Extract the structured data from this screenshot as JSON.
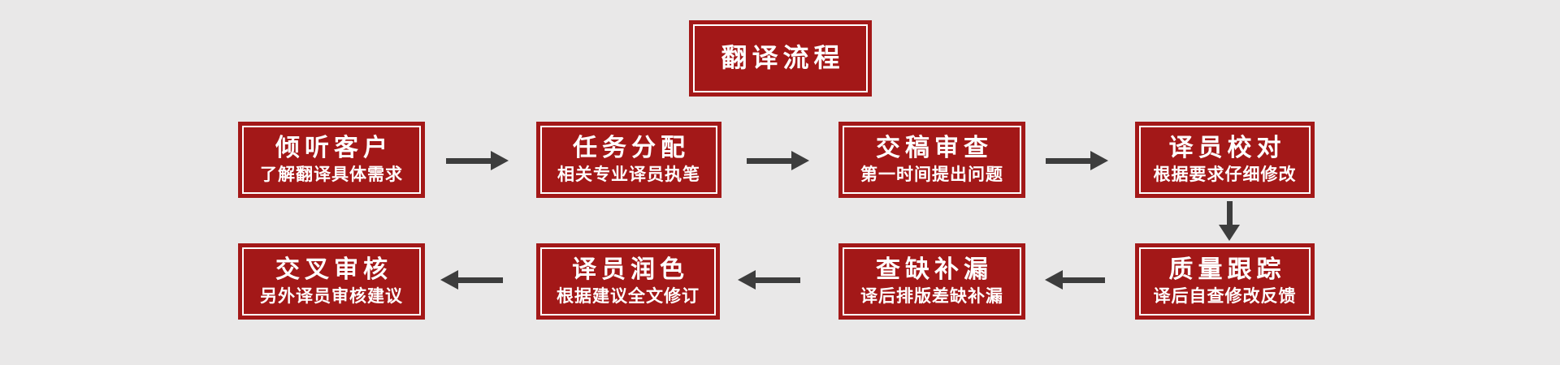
{
  "colors": {
    "background": "#E9E8E8",
    "box-red": "#A31818",
    "box-border": "#FFFFFF",
    "text": "#FFFFFF",
    "arrow": "#3D3D3D"
  },
  "title": {
    "label": "翻译流程"
  },
  "nodes": [
    {
      "title": "倾听客户",
      "subtitle": "了解翻译具体需求"
    },
    {
      "title": "任务分配",
      "subtitle": "相关专业译员执笔"
    },
    {
      "title": "交稿审查",
      "subtitle": "第一时间提出问题"
    },
    {
      "title": "译员校对",
      "subtitle": "根据要求仔细修改"
    },
    {
      "title": "质量跟踪",
      "subtitle": "译后自查修改反馈"
    },
    {
      "title": "查缺补漏",
      "subtitle": "译后排版差缺补漏"
    },
    {
      "title": "译员润色",
      "subtitle": "根据建议全文修订"
    },
    {
      "title": "交叉审核",
      "subtitle": "另外译员审核建议"
    }
  ]
}
